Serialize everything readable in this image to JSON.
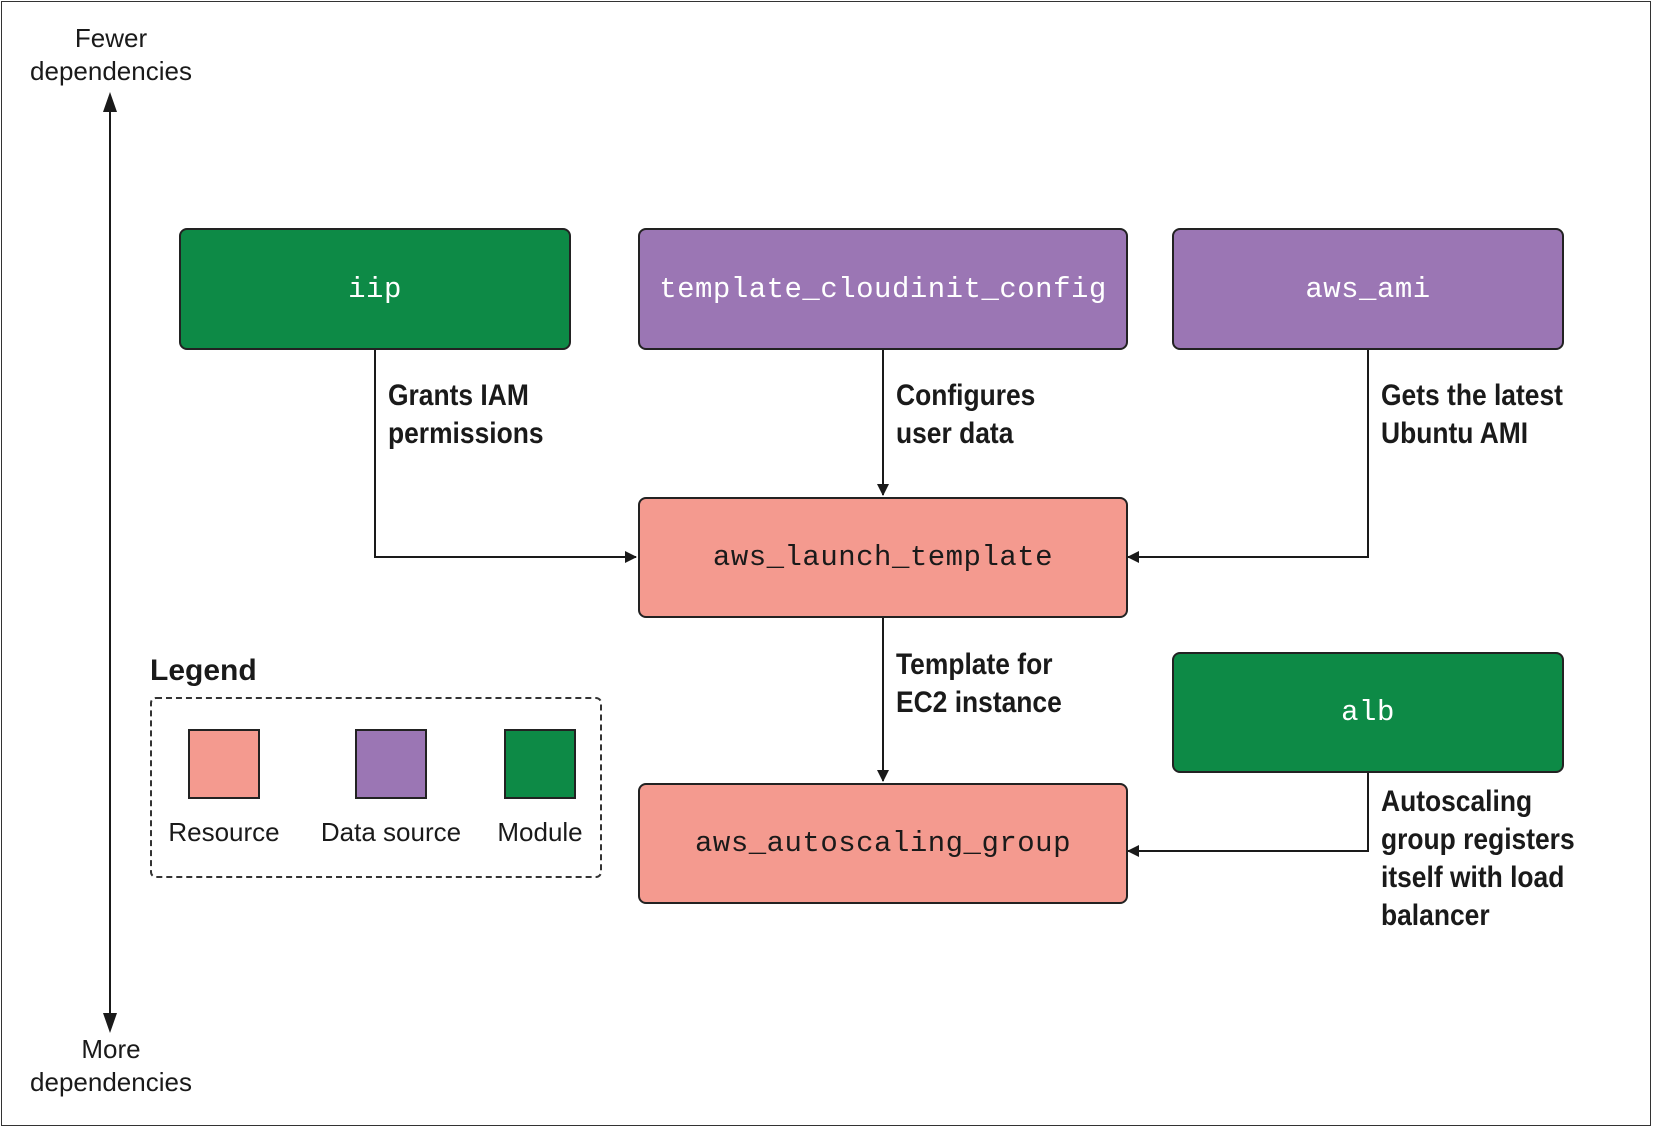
{
  "axis": {
    "top_label": [
      "Fewer",
      "dependencies"
    ],
    "bottom_label": [
      "More",
      "dependencies"
    ]
  },
  "nodes": {
    "iip": {
      "label": "iip",
      "kind": "module"
    },
    "template_cloudinit_config": {
      "label": "template_cloudinit_config",
      "kind": "datasource"
    },
    "aws_ami": {
      "label": "aws_ami",
      "kind": "datasource"
    },
    "aws_launch_template": {
      "label": "aws_launch_template",
      "kind": "resource"
    },
    "alb": {
      "label": "alb",
      "kind": "module"
    },
    "aws_autoscaling_group": {
      "label": "aws_autoscaling_group",
      "kind": "resource"
    }
  },
  "edges": {
    "iip_to_launch": {
      "from": "iip",
      "to": "aws_launch_template",
      "label": [
        "Grants IAM",
        "permissions"
      ]
    },
    "cloudinit_to_launch": {
      "from": "template_cloudinit_config",
      "to": "aws_launch_template",
      "label": [
        "Configures",
        "user data"
      ]
    },
    "ami_to_launch": {
      "from": "aws_ami",
      "to": "aws_launch_template",
      "label": [
        "Gets the latest",
        "Ubuntu AMI"
      ]
    },
    "launch_to_asg": {
      "from": "aws_launch_template",
      "to": "aws_autoscaling_group",
      "label": [
        "Template for",
        "EC2 instance"
      ]
    },
    "alb_to_asg": {
      "from": "alb",
      "to": "aws_autoscaling_group",
      "label": [
        "Autoscaling",
        "group registers",
        "itself with load",
        "balancer"
      ]
    }
  },
  "legend": {
    "title": "Legend",
    "items": [
      {
        "label": "Resource",
        "color": "#f49a8f"
      },
      {
        "label": "Data source",
        "color": "#9b76b4"
      },
      {
        "label": "Module",
        "color": "#0d8a46"
      }
    ]
  },
  "colors": {
    "module": "#0d8a46",
    "datasource": "#9b76b4",
    "resource": "#f49a8f",
    "line": "#1a1a1a"
  }
}
